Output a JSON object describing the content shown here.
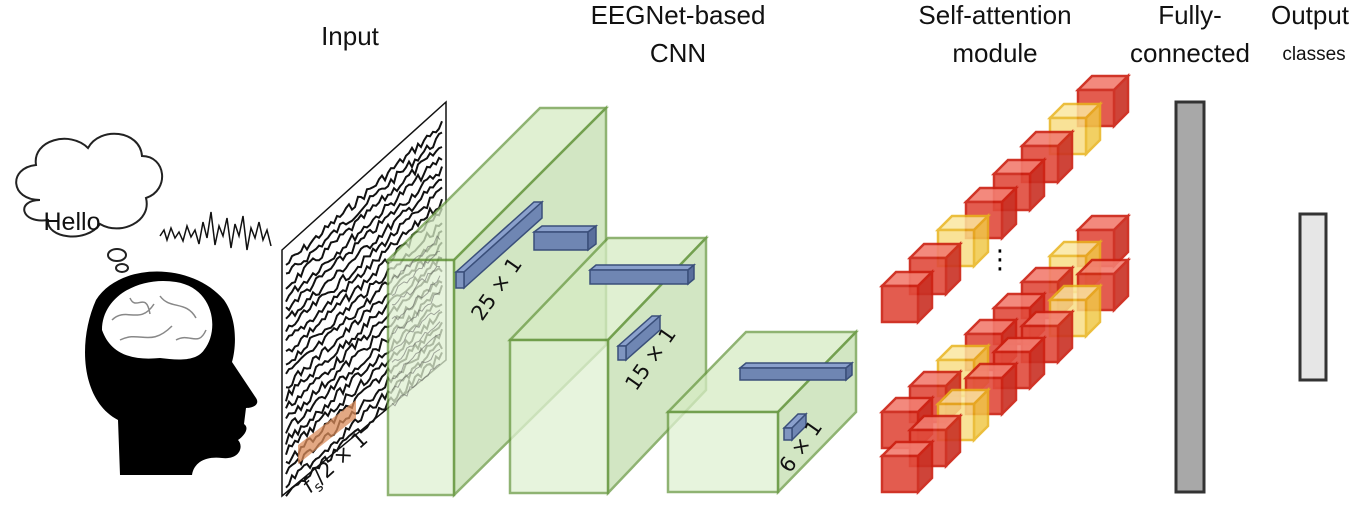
{
  "labels": {
    "input": "Input",
    "cnn_line1": "EEGNet-based",
    "cnn_line2": "CNN",
    "attention_line1": "Self-attention",
    "attention_line2": "module",
    "fc_line1": "Fully-",
    "fc_line2": "connected",
    "output_line1": "Output",
    "output_line2": "classes",
    "thought": "Hello",
    "ellipsis": "⋮"
  },
  "kernels": {
    "input": {
      "f": "f",
      "sub": "s",
      "rest": "/2 × 1"
    },
    "conv1": "25 × 1",
    "conv2": "15 × 1",
    "conv3": "6 × 1"
  },
  "colors": {
    "block_fill": "#d6ecc4",
    "block_stroke": "#6a9a44",
    "kernel_fill": "#6f86b3",
    "kernel_stroke": "#3a4f7a",
    "cube_red": "#e03b2e",
    "cube_yellow": "#f3d25a",
    "fc_fill": "#a8a8a8",
    "output_fill": "#e6e6e6",
    "signal_patch": "#d98b5a"
  }
}
